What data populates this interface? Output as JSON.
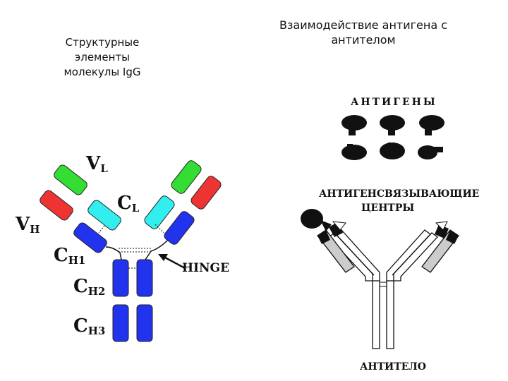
{
  "left_caption": {
    "line1": "Структурные",
    "line2": "элементы",
    "line3": "молекулы IgG"
  },
  "right_caption": {
    "line1": "Взаимодействие антигена с",
    "line2": "антителом"
  },
  "igg_labels": {
    "vl": "V",
    "vl_sub": "L",
    "cl": "C",
    "cl_sub": "L",
    "vh": "V",
    "vh_sub": "H",
    "ch1": "C",
    "ch1_sub": "H1",
    "ch2": "C",
    "ch2_sub": "H2",
    "ch3": "C",
    "ch3_sub": "H3",
    "hinge": "HINGE"
  },
  "antibody_labels": {
    "antigens": "АНТИГЕНЫ",
    "binding_sites_line1": "АНТИГЕНСВЯЗЫВАЮЩИЕ",
    "binding_sites_line2": "ЦЕНТРЫ",
    "antibody": "АНТИТЕЛО"
  },
  "colors": {
    "vl": "#33dd33",
    "vh_light": "#ee3333",
    "cl": "#33eeee",
    "heavy": "#2233ee"
  }
}
